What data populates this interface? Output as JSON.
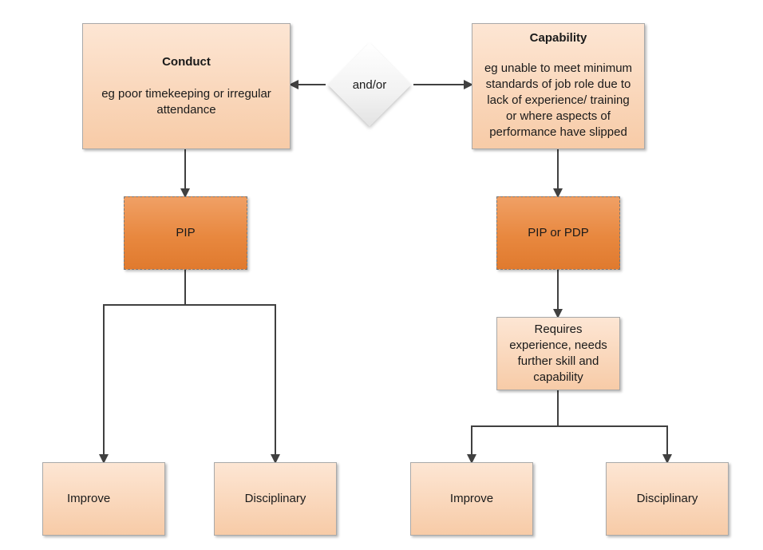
{
  "diagram": {
    "conduct": {
      "title": "Conduct",
      "text": "eg poor timekeeping or irregular attendance"
    },
    "connector_label": "and/or",
    "capability": {
      "title": "Capability",
      "text": "eg unable to meet minimum\nstandards of job role due to\nlack of experience/ training\nor where aspects of\nperformance have slipped"
    },
    "pip": "PIP",
    "pip_or_pdp": "PIP or PDP",
    "requires": "Requires\nexperience, needs\nfurther skill and\ncapability",
    "left_outcomes": {
      "improve": "Improve",
      "disciplinary": "Disciplinary"
    },
    "right_outcomes": {
      "improve": "Improve",
      "disciplinary": "Disciplinary"
    }
  },
  "colors": {
    "box_fill_light": "#fbdcc3",
    "box_fill_orange": "#e8883f",
    "connector_line": "#404040"
  }
}
